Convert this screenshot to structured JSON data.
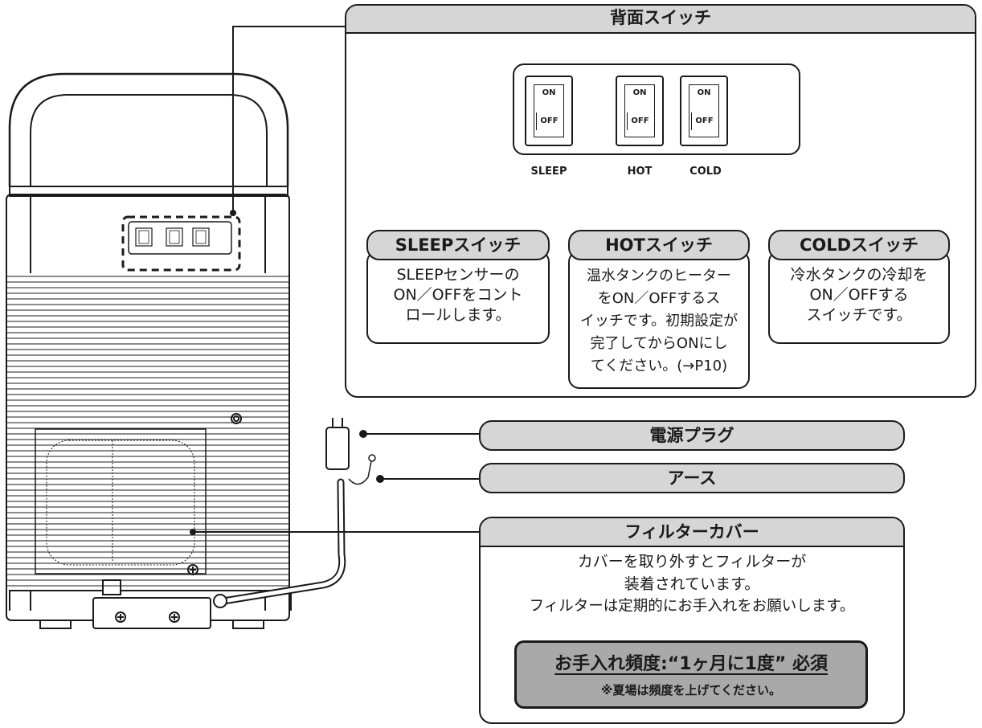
{
  "rear_switch_panel": {
    "title": "背面スイッチ",
    "switch_on_label": "ON",
    "switch_off_label": "OFF",
    "switch_names": [
      "SLEEP",
      "HOT",
      "COLD"
    ]
  },
  "switch_descriptions": [
    {
      "title": "SLEEPスイッチ",
      "lines": [
        "SLEEPセンサーの",
        "ON／OFFをコント",
        "ロールします。"
      ]
    },
    {
      "title": "HOTスイッチ",
      "lines": [
        "温水タンクのヒーター",
        "をON／OFFするス",
        "イッチです。初期設定が",
        "完了してからONにし",
        "てください。(→P10)"
      ]
    },
    {
      "title": "COLDスイッチ",
      "lines": [
        "冷水タンクの冷却を",
        "ON／OFFする",
        "スイッチです。"
      ]
    }
  ],
  "callouts": {
    "power_plug": "電源プラグ",
    "earth": "アース",
    "filter_cover": "フィルターカバー"
  },
  "filter_cover": {
    "lines": [
      "カバーを取り外すとフィルターが",
      "装着されています。",
      "フィルターは定期的にお手入れをお願いします。"
    ],
    "frequency_title": "お手入れ頻度:“1ヶ月に1度” 必須",
    "frequency_note": "※夏場は頻度を上げてください。"
  },
  "colors": {
    "line": "#1a1a1a",
    "header_gray": "#d6d6d6",
    "note_gray": "#a9a9a9"
  }
}
